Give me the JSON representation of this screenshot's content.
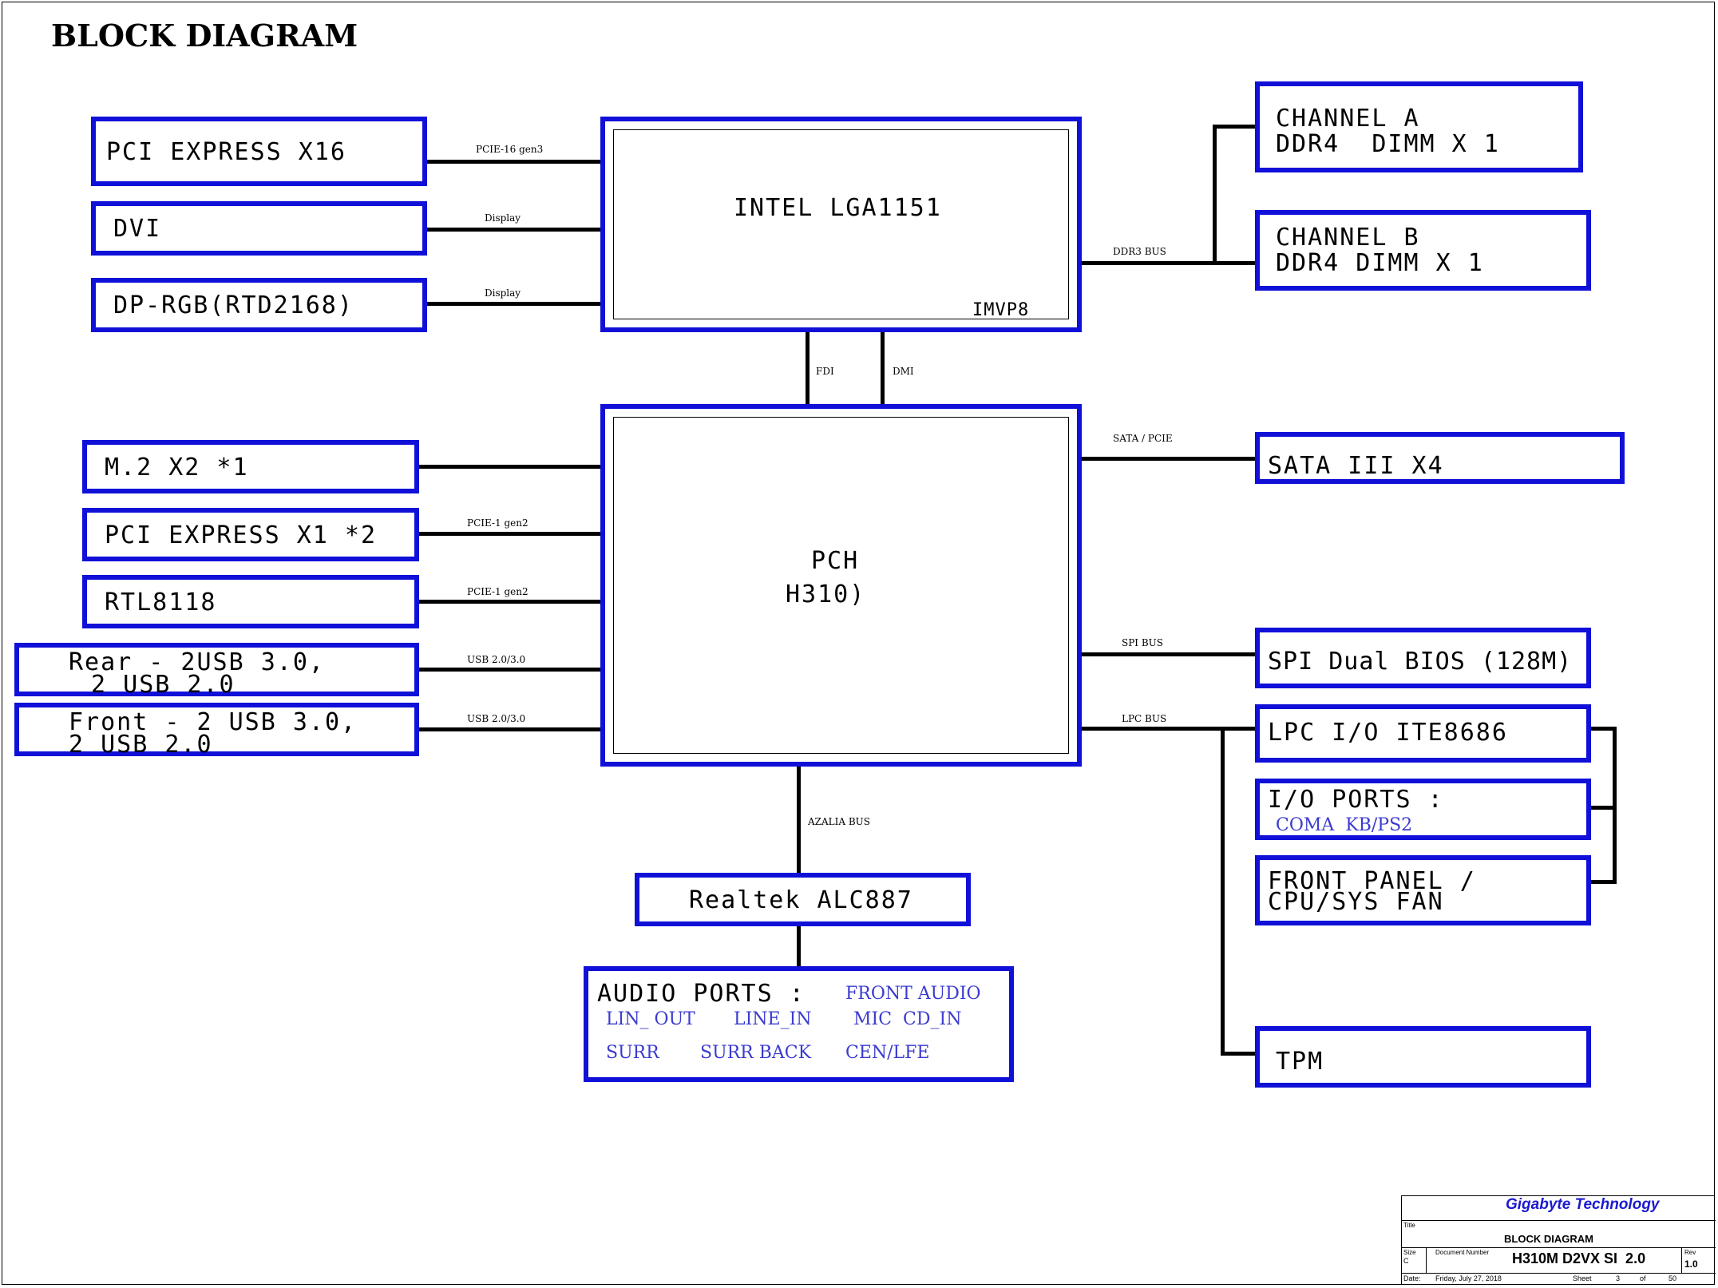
{
  "title": "BLOCK DIAGRAM",
  "cpu": {
    "name": "INTEL LGA1151",
    "vr": "IMVP8"
  },
  "pch": {
    "line1": "PCH",
    "line2": "H310)"
  },
  "left_top": [
    {
      "label": "PCI EXPRESS X16",
      "bus": "PCIE-16 gen3"
    },
    {
      "label": "DVI",
      "bus": "Display"
    },
    {
      "label": "DP-RGB(RTD2168)",
      "bus": "Display"
    }
  ],
  "left_pch": [
    {
      "label": "M.2 X2 *1",
      "bus": ""
    },
    {
      "label": "PCI EXPRESS X1 *2",
      "bus": "PCIE-1 gen2"
    },
    {
      "label": "RTL8118",
      "bus": "PCIE-1 gen2"
    },
    {
      "line1": "Rear - 2USB 3.0,",
      "line2": " 2 USB 2.0",
      "bus": "USB 2.0/3.0"
    },
    {
      "line1": "Front - 2 USB 3.0,",
      "line2": "2 USB 2.0",
      "bus": "USB 2.0/3.0"
    }
  ],
  "memory": {
    "bus": "DDR3 BUS",
    "channel_a": {
      "line1": "CHANNEL A",
      "line2": "DDR4  DIMM X 1"
    },
    "channel_b": {
      "line1": "CHANNEL B",
      "line2": "DDR4 DIMM X 1"
    }
  },
  "links": {
    "fdi": "FDI",
    "dmi": "DMI",
    "azalia": "AZALIA BUS"
  },
  "right_pch": {
    "sata": {
      "label": "SATA III X4",
      "bus": "SATA / PCIE"
    },
    "spi": {
      "label": "SPI Dual BIOS (128M)",
      "bus": "SPI BUS"
    },
    "lpc": {
      "label": "LPC I/O ITE8686",
      "bus": "LPC BUS"
    },
    "io_ports": {
      "label": "I/O PORTS :",
      "items": "COMA  KB/PS2"
    },
    "front_panel": {
      "line1": "FRONT PANEL /",
      "line2": "CPU/SYS FAN"
    },
    "tpm": {
      "label": "TPM"
    }
  },
  "audio": {
    "codec": "Realtek ALC887",
    "ports_title": "AUDIO PORTS :",
    "front": "FRONT AUDIO",
    "row1a": "LIN_ OUT",
    "row1b": "LINE_IN",
    "row1c": "MIC  CD_IN",
    "row2a": "SURR",
    "row2b": "SURR BACK",
    "row2c": "CEN/LFE"
  },
  "title_block": {
    "company": "Gigabyte Technology",
    "title_label": "Title",
    "title": "BLOCK DIAGRAM",
    "size_label": "Size",
    "size": "C",
    "doc_label": "Document Number",
    "doc": "H310M D2VX SI  2.0",
    "rev_label": "Rev",
    "rev": "1.0",
    "date_label": "Date:",
    "date": "Friday, July 27, 2018",
    "sheet_label": "Sheet",
    "sheet": "3",
    "of_label": "of",
    "sheets": "50"
  },
  "colors": {
    "box_border": "#1010d8",
    "sub_text": "#3b3bd0",
    "company": "#1a1ad0"
  }
}
